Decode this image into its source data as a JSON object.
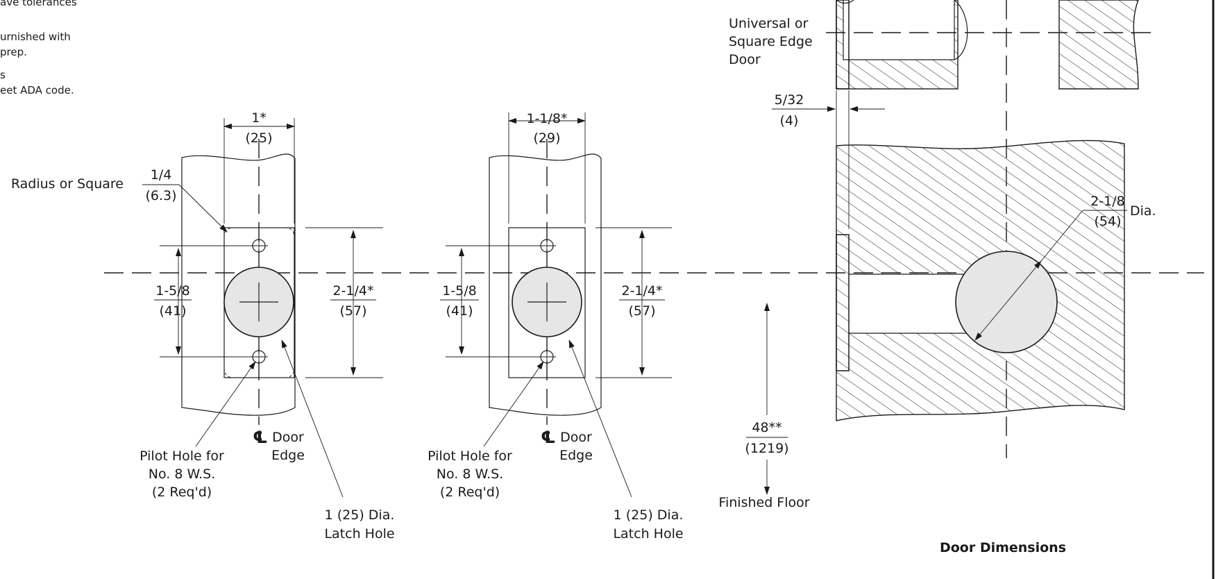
{
  "notes": [
    "ave tolerances",
    "urnished with",
    "prep.",
    "s",
    "eet ADA code."
  ],
  "door_edge_symbol": "℄",
  "left_prep": {
    "radius_label": "Radius or Square",
    "radius_in": "1/4",
    "radius_mm": "(6.3)",
    "width_in": "1*",
    "width_mm": "(25)",
    "pilot_spacing_in": "1-5/8",
    "pilot_spacing_mm": "(41)",
    "height_in": "2-1/4*",
    "height_mm": "(57)",
    "door_edge_line1": "Door",
    "door_edge_line2": "Edge",
    "pilot_line1": "Pilot Hole for",
    "pilot_line2": "No. 8 W.S.",
    "pilot_line3": "(2 Req'd)",
    "latch_line1": "1 (25) Dia.",
    "latch_line2": "Latch Hole"
  },
  "middle_prep": {
    "width_in": "1-1/8*",
    "width_mm": "(29)",
    "pilot_spacing_in": "1-5/8",
    "pilot_spacing_mm": "(41)",
    "height_in": "2-1/4*",
    "height_mm": "(57)",
    "door_edge_line1": "Door",
    "door_edge_line2": "Edge",
    "pilot_line1": "Pilot Hole for",
    "pilot_line2": "No. 8 W.S.",
    "pilot_line3": "(2 Req'd)",
    "latch_line1": "1 (25) Dia.",
    "latch_line2": "Latch Hole"
  },
  "right_section": {
    "door_label_line1": "Universal or",
    "door_label_line2": "Square Edge",
    "door_label_line3": "Door",
    "offset_in": "5/32",
    "offset_mm": "(4)",
    "bore_in": "2-1/8",
    "bore_mm": "(54)",
    "bore_suffix": "Dia.",
    "height_in": "48**",
    "height_mm": "(1219)",
    "floor_label": "Finished Floor"
  },
  "caption": "Door Dimensions"
}
